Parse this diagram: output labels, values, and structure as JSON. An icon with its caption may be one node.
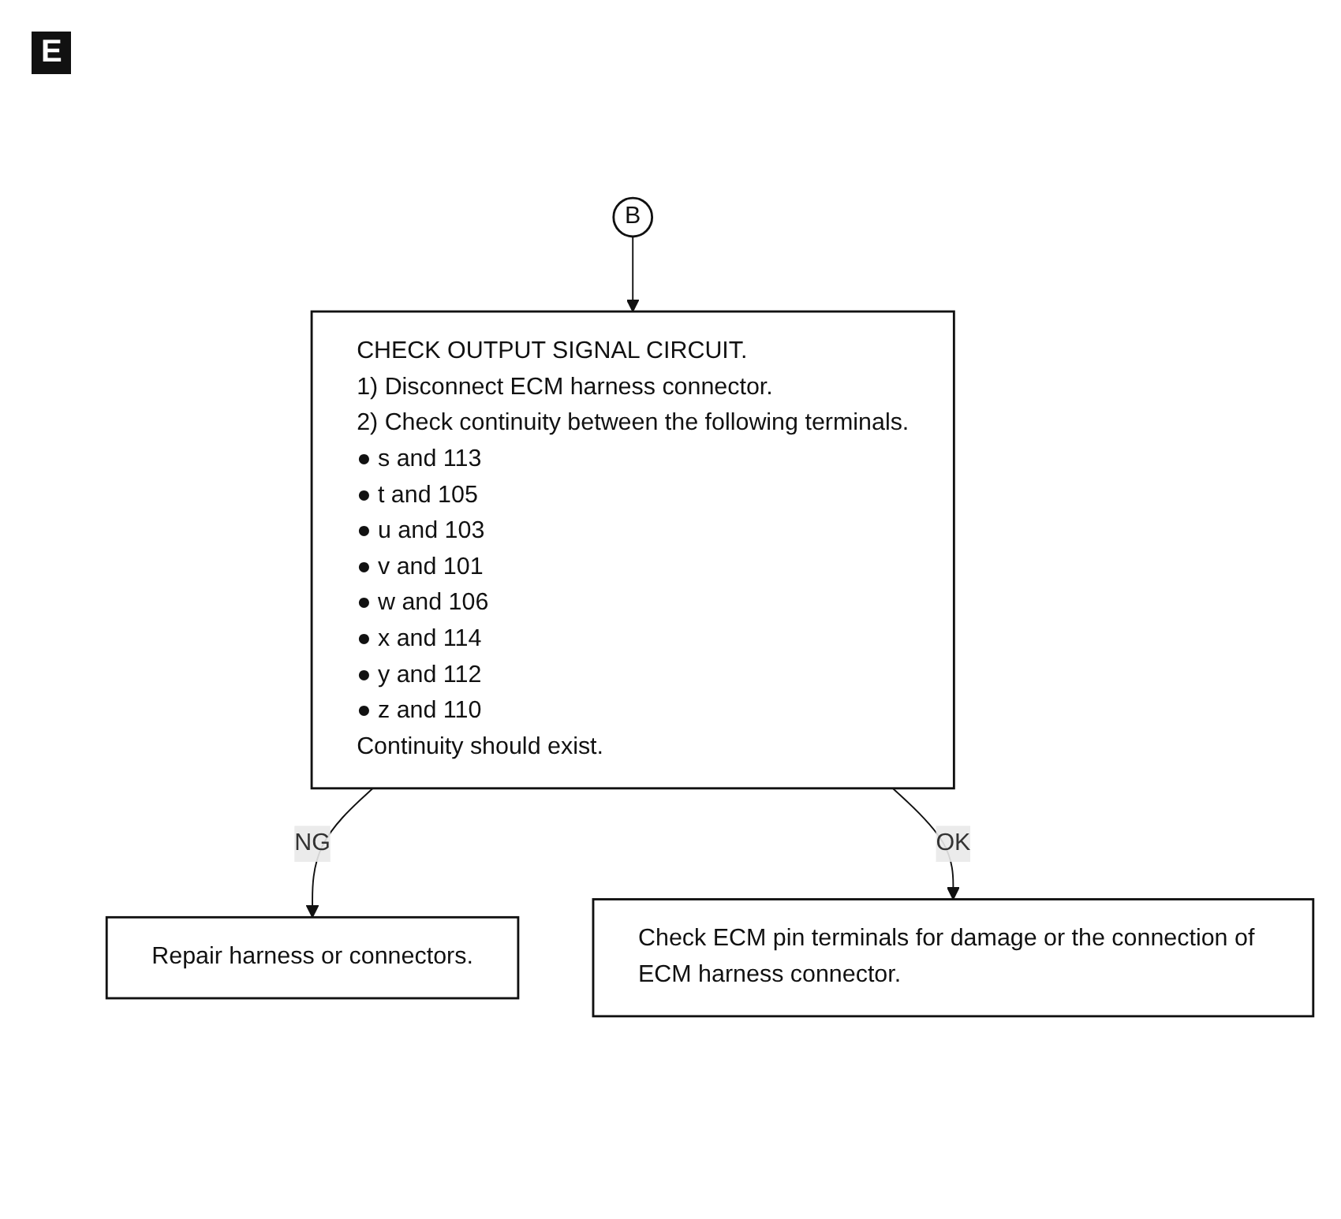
{
  "diagram": {
    "nodes": [
      {
        "text": [
          "B"
        ]
      },
      {
        "text": [
          "CHECK OUTPUT SIGNAL CIRCUIT.",
          "1) Disconnect ECM harness connector.",
          "2) Check continuity between the following terminals.",
          "● s and 113",
          "● t and 105",
          "● u and 103",
          "● v and 101",
          "● w and 106",
          "● x and 114",
          "● y and 112",
          "● z and 110",
          "Continuity should exist."
        ]
      },
      {
        "text": [
          "Repair harness or connectors."
        ]
      },
      {
        "text": [
          "Check ECM pin terminals for damage or the connection of ECM harness connector."
        ]
      }
    ],
    "edges": [
      {
        "from": 0,
        "to": 1,
        "arrow": "to"
      },
      {
        "from": 1,
        "to": 2,
        "label": "NG",
        "arrow": "to"
      },
      {
        "from": 1,
        "to": 3,
        "label": "OK",
        "arrow": "to"
      }
    ],
    "labels": [
      "E"
    ]
  }
}
